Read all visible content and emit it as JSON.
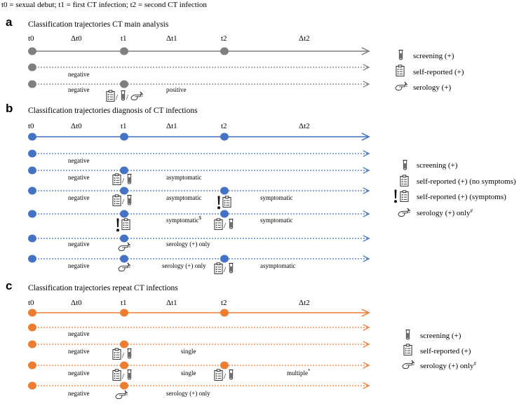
{
  "header": "t0 = sexual debut;     t1 = first CT infection;     t2 = second CT infection",
  "colors": {
    "a": "#7f7f7f",
    "b": "#4472c4",
    "c": "#ed7d31"
  },
  "panel_a": {
    "label": "a",
    "title": "Classification trajectories CT main analysis",
    "ticks": [
      "t0",
      "Δt0",
      "t1",
      "Δt1",
      "t2",
      "Δt2"
    ],
    "rows": [
      {
        "left": "negative"
      },
      {
        "left": "negative",
        "icons_t1": "self-reported / screening / serology",
        "mid": "positive"
      }
    ],
    "legend": [
      "screening (+)",
      "self-reported (+)",
      "serology (+)"
    ]
  },
  "panel_b": {
    "label": "b",
    "title": "Classification trajectories diagnosis of CT infections",
    "ticks": [
      "t0",
      "Δt0",
      "t1",
      "Δt1",
      "t2",
      "Δt2"
    ],
    "rows": [
      {
        "left": "negative"
      },
      {
        "left": "negative",
        "mid": "asymptomatic"
      },
      {
        "left": "negative",
        "mid": "asymptomatic",
        "right": "symptomatic"
      },
      {
        "left": "",
        "mid": "symptomatic",
        "mid_sup": "$",
        "right": "symptomatic"
      },
      {
        "left": "negative",
        "mid": "serology (+) only"
      },
      {
        "left": "negative",
        "mid": "serology (+) only",
        "right": "asymptomatic"
      }
    ],
    "legend": [
      "screening (+)",
      "self-reported (+) (no symptoms)",
      "self-reported (+) (symptoms)",
      "serology (+) only",
      "#"
    ]
  },
  "panel_c": {
    "label": "c",
    "title": "Classification trajectories repeat CT infections",
    "ticks": [
      "t0",
      "Δt0",
      "t1",
      "Δt1",
      "t2",
      "Δt2"
    ],
    "rows": [
      {
        "left": "negative"
      },
      {
        "left": "negative",
        "mid": "single"
      },
      {
        "left": "negative",
        "mid": "single",
        "right": "multiple",
        "right_sup": "*"
      },
      {
        "left": "negative",
        "mid": "serology (+) only"
      }
    ],
    "legend": [
      "screening (+)",
      "self-reported (+)",
      "serology (+) only",
      "#"
    ]
  }
}
